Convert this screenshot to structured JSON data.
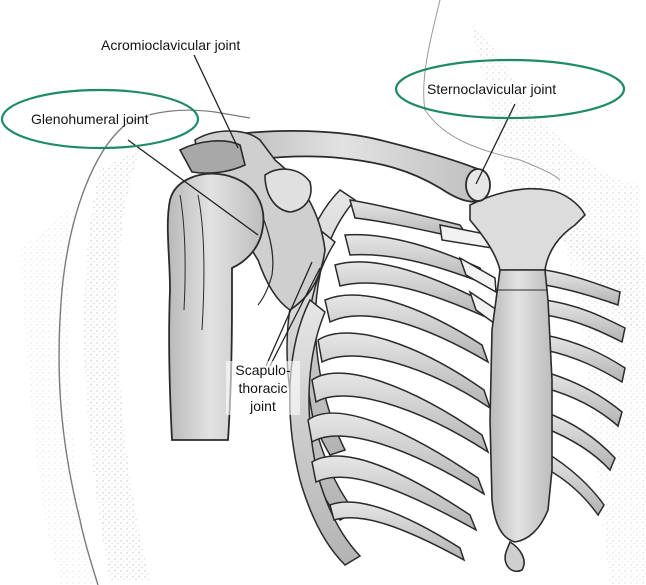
{
  "labels": {
    "acromioclavicular": "Acromioclavicular joint",
    "glenohumeral": "Glenohumeral joint",
    "sternoclavicular": "Sternoclavicular joint",
    "scapulothoracic": [
      "Scapulo-",
      "thoracic",
      "joint"
    ]
  },
  "highlight_color": "#1f8a6a",
  "line_color": "#222222",
  "bone_fill": "#d9d9d9",
  "bone_shade": "#a8a8a8",
  "bone_stroke": "#2b2b2b",
  "skin_stipple": "#8c8c8c"
}
